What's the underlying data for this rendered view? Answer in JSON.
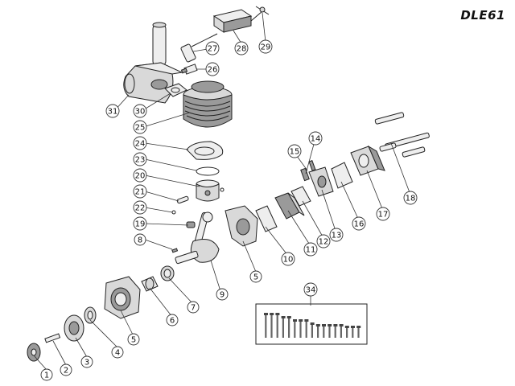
{
  "model": "DLE61",
  "callouts": [
    {
      "id": "c1",
      "label": "1"
    },
    {
      "id": "c2",
      "label": "2"
    },
    {
      "id": "c3",
      "label": "3"
    },
    {
      "id": "c4",
      "label": "4"
    },
    {
      "id": "c5a",
      "label": "5"
    },
    {
      "id": "c5b",
      "label": "5"
    },
    {
      "id": "c6",
      "label": "6"
    },
    {
      "id": "c7",
      "label": "7"
    },
    {
      "id": "c8",
      "label": "8"
    },
    {
      "id": "c9",
      "label": "9"
    },
    {
      "id": "c10",
      "label": "10"
    },
    {
      "id": "c11",
      "label": "11"
    },
    {
      "id": "c12",
      "label": "12"
    },
    {
      "id": "c13",
      "label": "13"
    },
    {
      "id": "c14",
      "label": "14"
    },
    {
      "id": "c15",
      "label": "15"
    },
    {
      "id": "c16",
      "label": "16"
    },
    {
      "id": "c17",
      "label": "17"
    },
    {
      "id": "c18",
      "label": "18"
    },
    {
      "id": "c19",
      "label": "19"
    },
    {
      "id": "c20",
      "label": "20"
    },
    {
      "id": "c21",
      "label": "21"
    },
    {
      "id": "c22",
      "label": "22"
    },
    {
      "id": "c23",
      "label": "23"
    },
    {
      "id": "c24",
      "label": "24"
    },
    {
      "id": "c25",
      "label": "25"
    },
    {
      "id": "c26",
      "label": "26"
    },
    {
      "id": "c27",
      "label": "27"
    },
    {
      "id": "c28",
      "label": "28"
    },
    {
      "id": "c29",
      "label": "29"
    },
    {
      "id": "c30",
      "label": "30"
    },
    {
      "id": "c31",
      "label": "31"
    },
    {
      "id": "c34",
      "label": "34"
    }
  ]
}
